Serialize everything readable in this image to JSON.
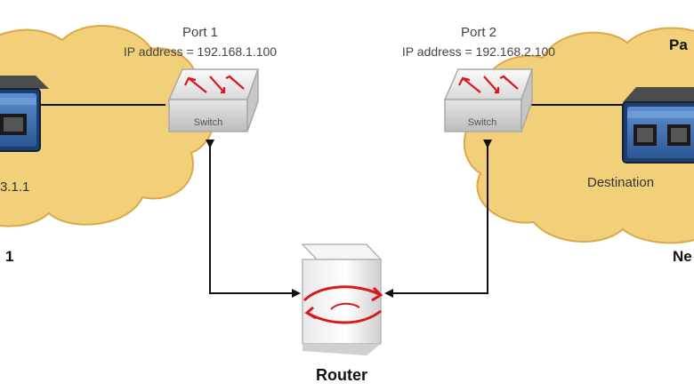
{
  "port1": {
    "title": "Port 1",
    "ip": "IP address = 192.168.1.100"
  },
  "port2": {
    "title": "Port 2",
    "ip": "IP address = 192.168.2.100"
  },
  "switch_left": {
    "label": "Switch"
  },
  "switch_right": {
    "label": "Switch"
  },
  "router": {
    "label": "Router"
  },
  "left_network": {
    "host_label": "3.1.1",
    "network_label": "1"
  },
  "right_network": {
    "top_label": "Pa",
    "host_label": "Destination",
    "network_label": "Ne"
  },
  "colors": {
    "cloud": "#f2cf79",
    "cloud_edge": "#dba94a",
    "arrow": "#111111",
    "router_arrow": "#d8191c",
    "host_blue": "#3b6fb5"
  }
}
